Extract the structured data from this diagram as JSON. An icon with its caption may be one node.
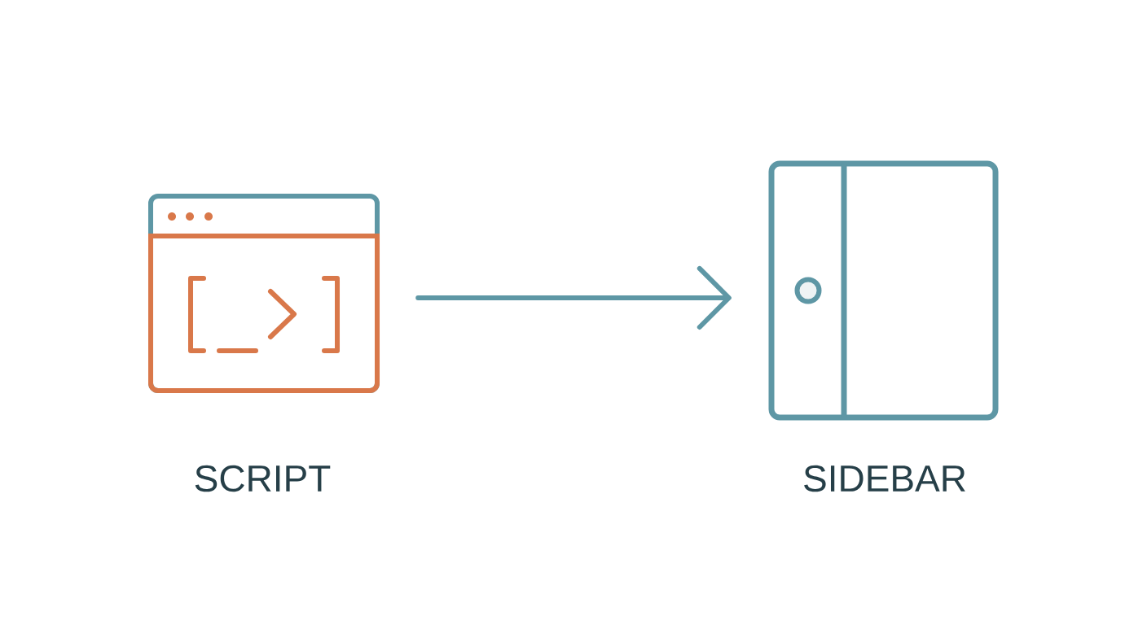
{
  "diagram": {
    "nodes": [
      {
        "text": [],
        "shape": "picture",
        "beside": [
          "SCRIPT"
        ]
      },
      {
        "text": [],
        "shape": "picture",
        "beside": [
          "SIDEBAR"
        ]
      }
    ],
    "edges": [
      {
        "from": 0,
        "to": 1,
        "arrow": "to"
      }
    ]
  }
}
